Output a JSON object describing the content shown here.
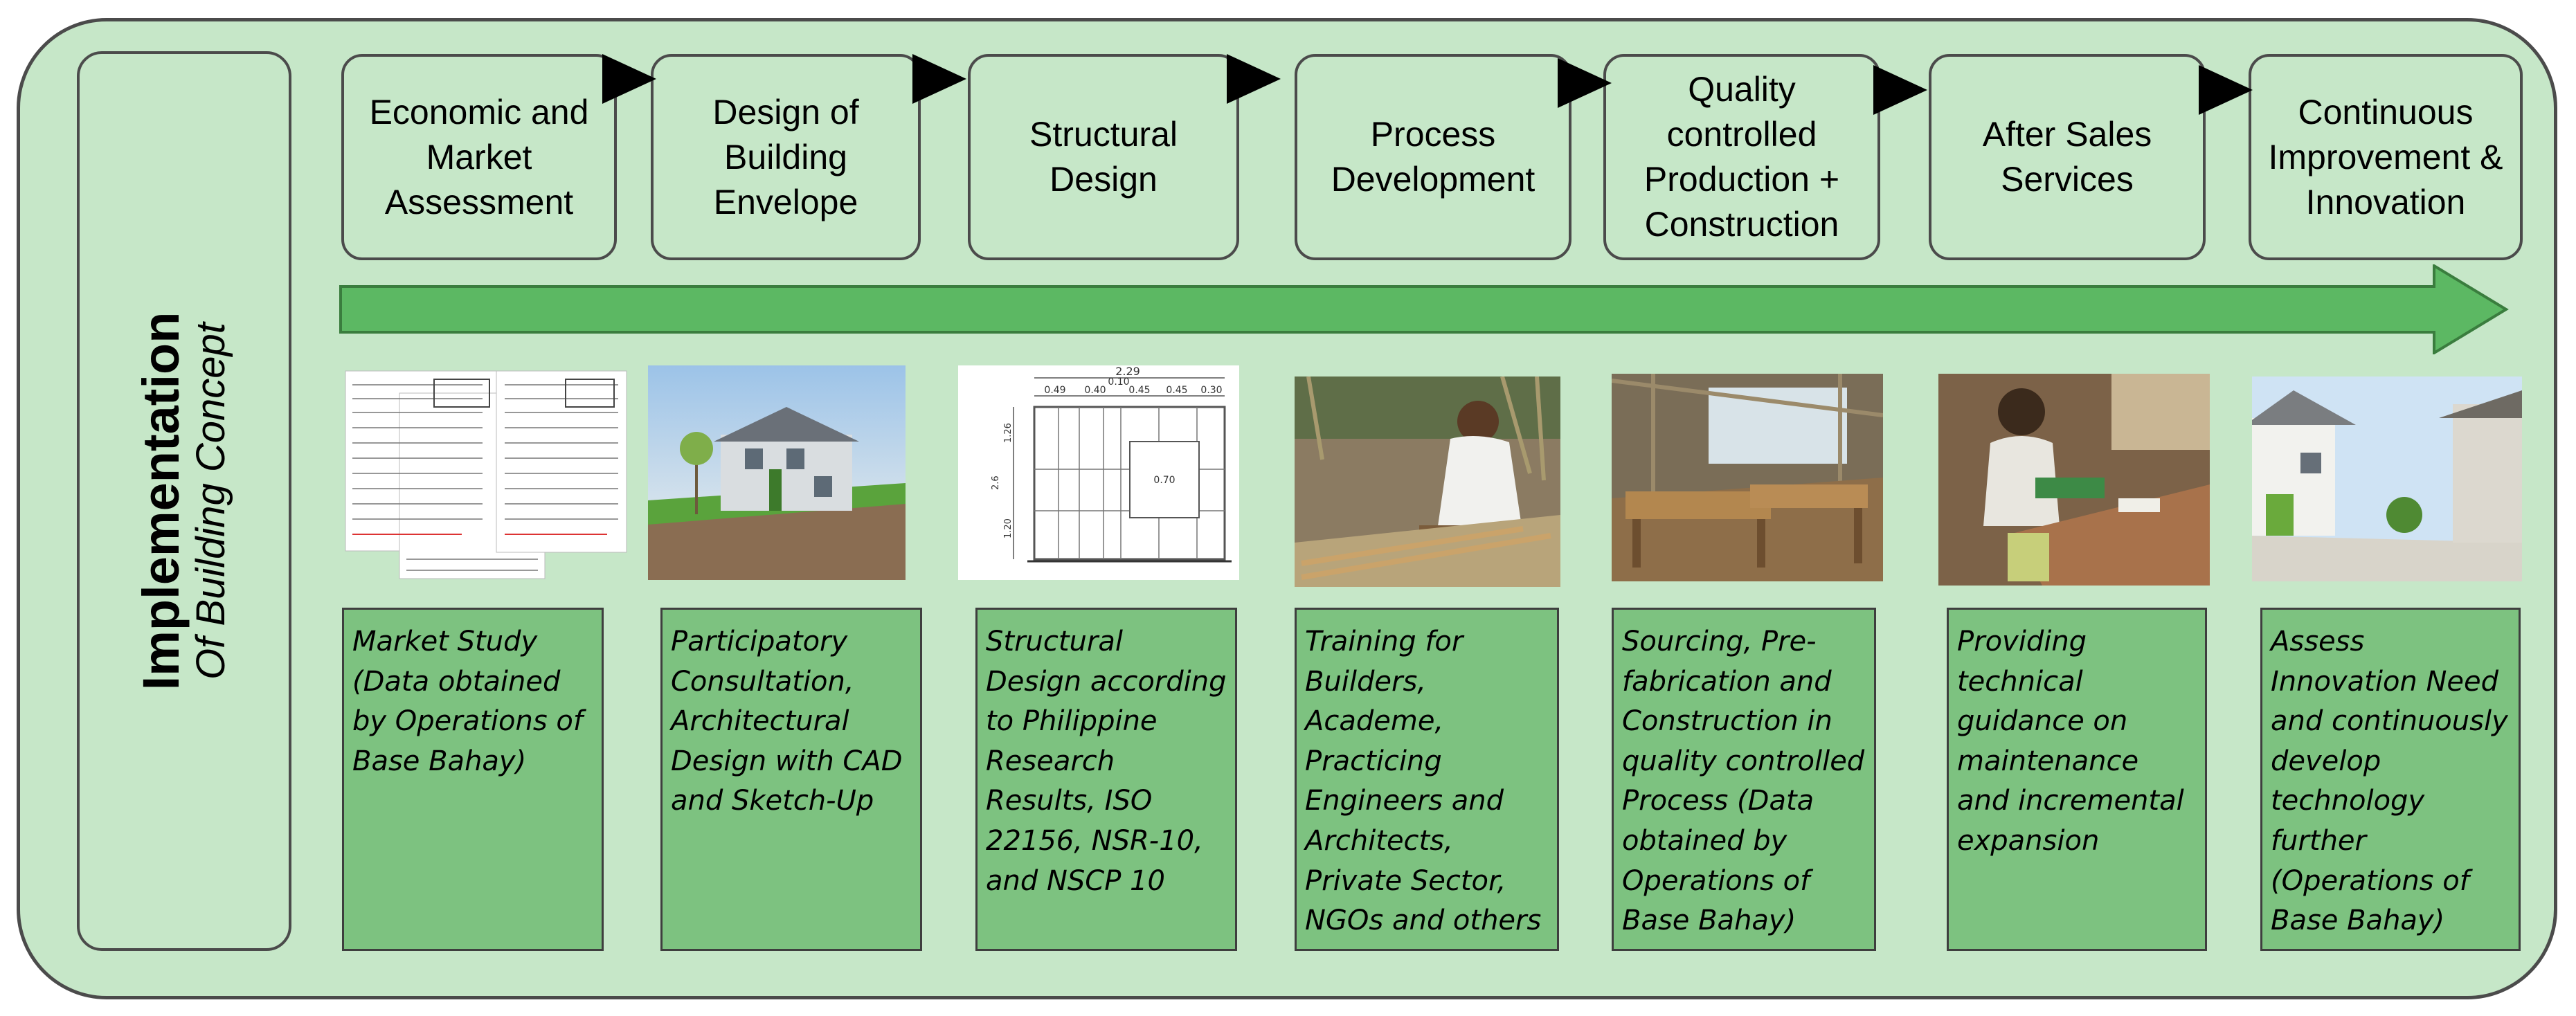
{
  "sidebar": {
    "title": "Implementation",
    "subtitle": "Of Building Concept"
  },
  "colors": {
    "panel_bg": "#c6e7c8",
    "arrow_fill": "#5cb863",
    "desc_bg": "#7dc280",
    "border": "#4b4b4b"
  },
  "steps": [
    {
      "label": "Economic and Market Assessment"
    },
    {
      "label": "Design of Building Envelope"
    },
    {
      "label": "Structural Design"
    },
    {
      "label": "Process Development"
    },
    {
      "label": "Quality controlled Production + Construction"
    },
    {
      "label": "After Sales Services"
    },
    {
      "label": "Continuous Improvement & Innovation"
    }
  ],
  "structural_drawing": {
    "dims_top": [
      "2.29"
    ],
    "dims_row": [
      "0.49",
      "0.40",
      "0.10",
      "0.45",
      "0.45",
      "0.30"
    ],
    "dims_side": [
      "1.26",
      "2.6",
      "1.20"
    ],
    "window_dim": "0.70"
  },
  "descriptions": [
    "Market Study (Data obtained by Operations of Base Bahay)",
    "Participatory Consultation, Architectural Design with CAD and Sketch-Up",
    "Structural Design according to Philippine Research Results, ISO 22156, NSR-10, and NSCP 10",
    "Training for Builders, Academe, Practicing Engineers and Architects, Private Sector, NGOs and others",
    "Sourcing, Pre-fabrication and Construction in quality controlled Process (Data obtained by Operations of Base Bahay)",
    "Providing technical guidance on maintenance and incremental expansion",
    "Assess Innovation Need and continuously develop technology further (Operations of Base Bahay)"
  ]
}
